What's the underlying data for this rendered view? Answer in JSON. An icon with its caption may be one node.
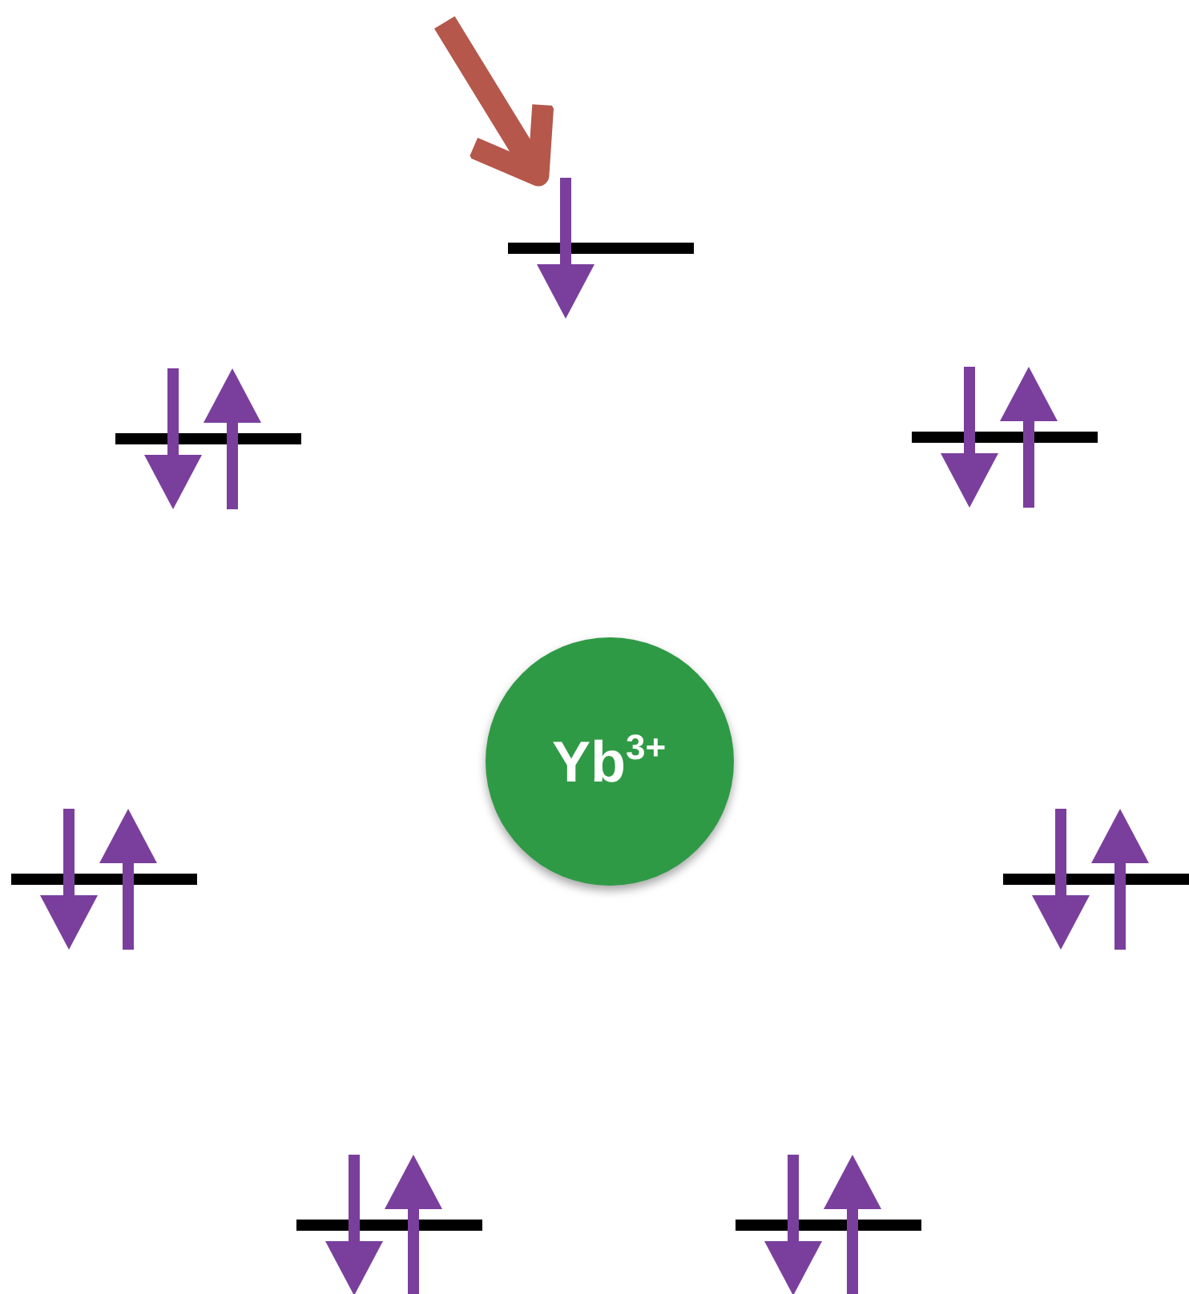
{
  "diagram": {
    "nodes": [
      {
        "text": [
          "Yb$^{3+}$"
        ]
      },
      {
        "text": [],
        "shape": "bar"
      },
      {
        "text": [],
        "shape": "bar"
      },
      {
        "text": [],
        "shape": "bar"
      },
      {
        "text": [],
        "shape": "bar"
      },
      {
        "text": [],
        "shape": "bar"
      },
      {
        "text": [],
        "shape": "bar"
      },
      {
        "text": [],
        "shape": "bar"
      }
    ],
    "edges": [
      {
        "from": null,
        "to": 1,
        "arrow": "to"
      }
    ]
  }
}
